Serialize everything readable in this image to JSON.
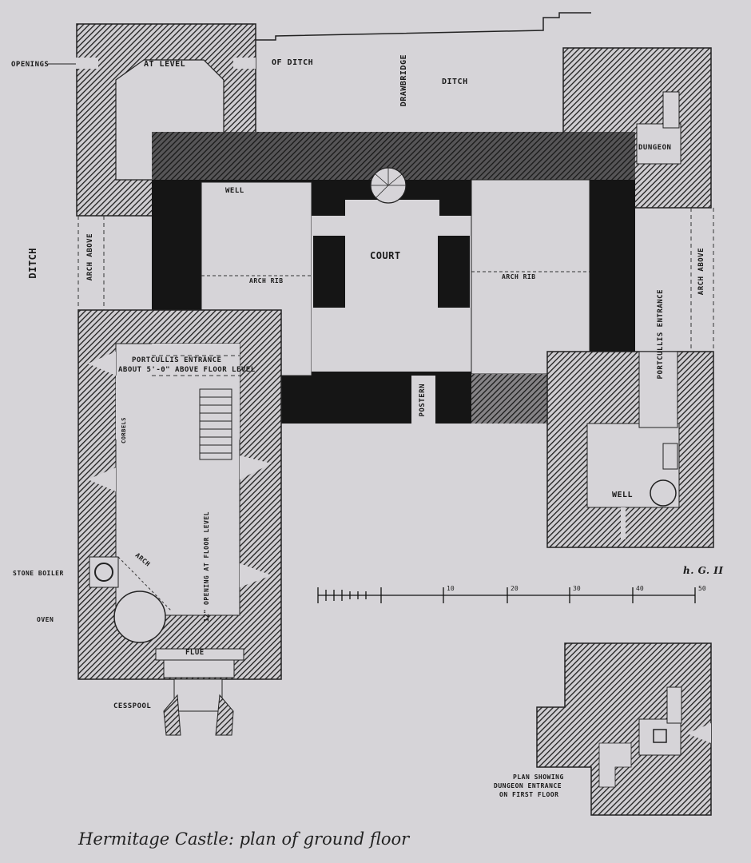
{
  "caption": "Hermitage Castle: plan of ground floor",
  "labels": {
    "openings": "OPENINGS",
    "at_level": "AT LEVEL",
    "of_ditch": "OF DITCH",
    "drawbridge": "DRAWBRIDGE",
    "ditch_top": "DITCH",
    "ditch_left": "DITCH",
    "dungeon": "DUNGEON",
    "well_nw": "WELL",
    "court": "COURT",
    "arch_rib_left": "ARCH RIB",
    "arch_rib_right": "ARCH RIB",
    "arch_above_left": "ARCH ABOVE",
    "arch_above_right": "ARCH ABOVE",
    "portcullis_left_1": "PORTCULLIS ENTRANCE",
    "portcullis_left_2": "ABOUT 5'-0\" ABOVE FLOOR LEVEL",
    "portcullis_right": "PORTCULLIS ENTRANCE",
    "postern": "POSTERN",
    "corbels": "CORBELS",
    "opening_floor": "12\" OPENING AT FLOOR LEVEL",
    "arch": "ARCH",
    "stone_boiler": "STONE BOILER",
    "oven": "OVEN",
    "flue": "FLUE",
    "cesspool": "CESSPOOL",
    "well_se": "WELL",
    "inset_1": "PLAN SHOWING",
    "inset_2": "DUNGEON ENTRANCE",
    "inset_3": "ON FIRST FLOOR",
    "signature": "h. G. II"
  },
  "scale_ticks": [
    "10",
    "20",
    "30",
    "40",
    "50"
  ],
  "colors": {
    "paper": "#d6d4d8",
    "ink": "#141414",
    "hatch": "#2a2a2a"
  }
}
